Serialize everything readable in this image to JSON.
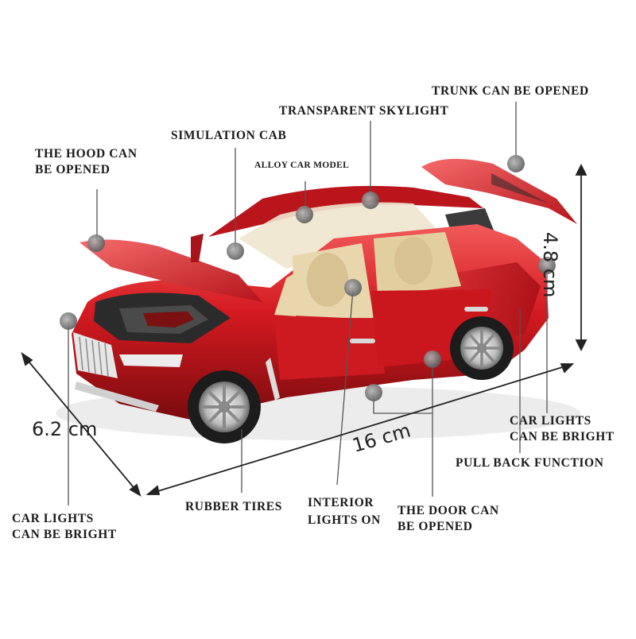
{
  "labels": {
    "trunk": "TRUNK CAN BE OPENED",
    "skylight": "TRANSPARENT SKYLIGHT",
    "cab": "SIMULATION CAB",
    "alloy": "ALLOY CAR MODEL",
    "hood_line1": "THE HOOD CAN",
    "hood_line2": "BE OPENED",
    "rear_lights_line1": "CAR LIGHTS",
    "rear_lights_line2": "CAN BE BRIGHT",
    "pull_back": "PULL BACK FUNCTION",
    "front_lights_line1": "CAR LIGHTS",
    "front_lights_line2": "CAN BE BRIGHT",
    "tires": "RUBBER TIRES",
    "interior_line1": "INTERIOR",
    "interior_line2": "LIGHTS ON",
    "door_line1": "THE DOOR CAN",
    "door_line2": "BE OPENED"
  },
  "dimensions": {
    "height": "4.8 cm",
    "width": "6.2 cm",
    "length": "16 cm"
  },
  "colors": {
    "body": "#c0161b",
    "body_highlight": "#f04a4a",
    "body_shadow": "#6e0a0c",
    "interior": "#e6d3a9",
    "chrome": "#d9d9d9",
    "callout_dot": "#8a8a8a",
    "line": "#555555"
  }
}
